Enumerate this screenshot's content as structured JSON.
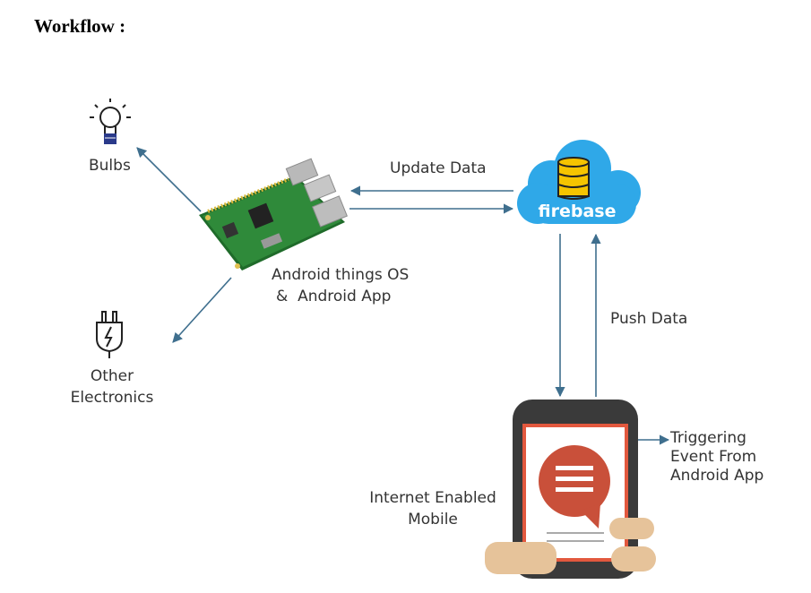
{
  "heading": "Workflow :",
  "nodes": {
    "bulbs": {
      "label": "Bulbs"
    },
    "other": {
      "line1": "Other",
      "line2": "Electronics"
    },
    "pi": {
      "line1": "Android things OS",
      "line2": "&  Android App"
    },
    "firebase": {
      "label": "firebase"
    },
    "mobile": {
      "line1": "Internet Enabled",
      "line2": "Mobile"
    },
    "trigger": {
      "line1": "Triggering",
      "line2": "Event From",
      "line3": "Android App"
    }
  },
  "edges": {
    "update": "Update Data",
    "push": "Push Data"
  },
  "colors": {
    "arrow": "#3f6f8e",
    "cloud": "#2fa8e8",
    "db": "#f5c400",
    "phone_frame": "#3a3a3a",
    "screen_border": "#e2583e",
    "bubble": "#c9503a",
    "board": "#2e7d32",
    "skin": "#e6c39a"
  },
  "icons": {
    "bulb": "lightbulb-icon",
    "plug": "electric-plug-icon",
    "db": "database-icon",
    "chat": "chat-bubble-icon"
  }
}
